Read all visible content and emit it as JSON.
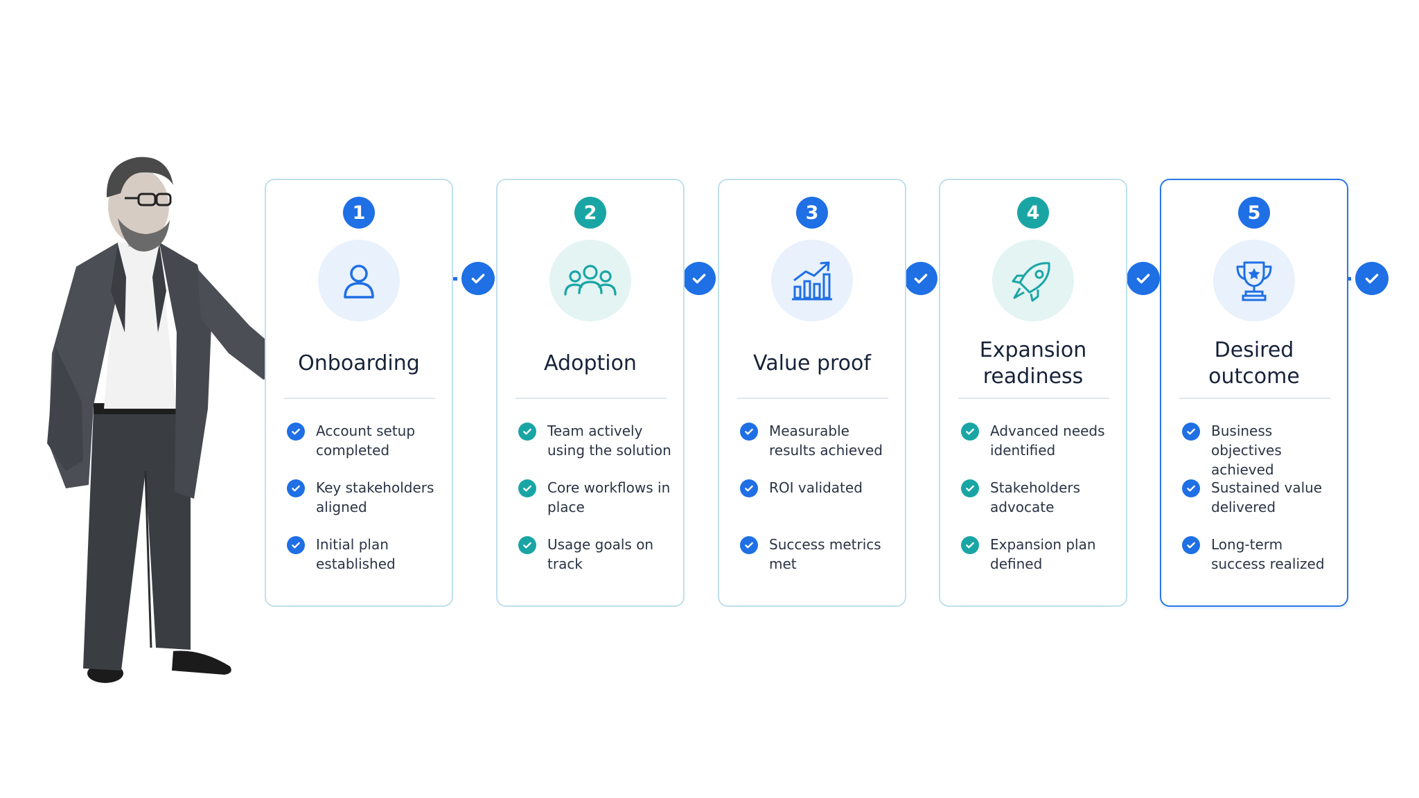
{
  "colors": {
    "primary_blue": "#1f6fe5",
    "teal": "#1aa5a5",
    "card_border": "#bfe0ec",
    "title_text": "#172238"
  },
  "presenter": {
    "description_icon": "presenter-figure"
  },
  "stages": [
    {
      "number": "1",
      "title": "Onboarding",
      "icon": "user-icon",
      "accent": "blue",
      "items": [
        "Account setup completed",
        "Key stakeholders aligned",
        "Initial plan established"
      ]
    },
    {
      "number": "2",
      "title": "Adoption",
      "icon": "team-icon",
      "accent": "teal",
      "items": [
        "Team actively using the solution",
        "Core workflows in place",
        "Usage goals on track"
      ]
    },
    {
      "number": "3",
      "title": "Value proof",
      "icon": "growth-chart-icon",
      "accent": "blue",
      "items": [
        "Measurable results achieved",
        "ROI validated",
        "Success metrics met"
      ]
    },
    {
      "number": "4",
      "title": "Expansion readiness",
      "icon": "rocket-icon",
      "accent": "teal",
      "items": [
        "Advanced needs identified",
        "Stakeholders advocate",
        "Expansion plan defined"
      ]
    },
    {
      "number": "5",
      "title": "Desired outcome",
      "icon": "trophy-icon",
      "accent": "blue",
      "items": [
        "Business objectives achieved",
        "Sustained value delivered",
        "Long-term success realized"
      ]
    }
  ]
}
